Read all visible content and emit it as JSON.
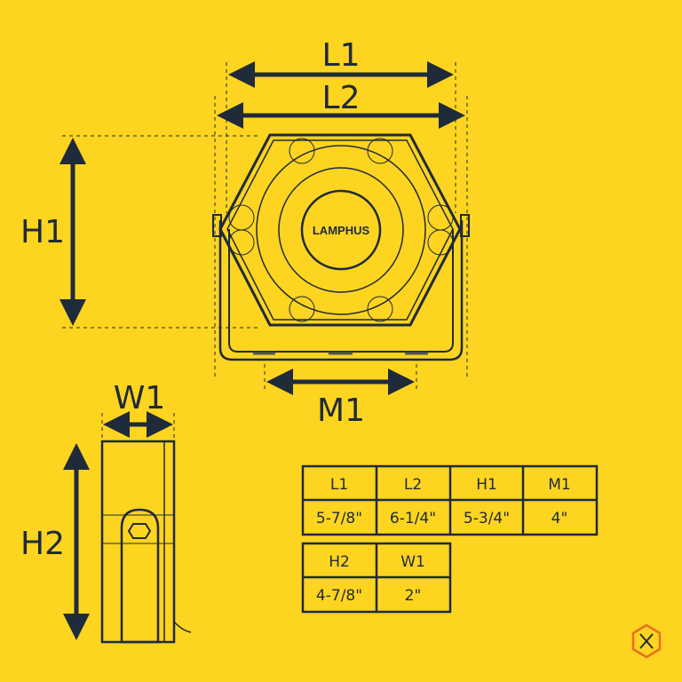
{
  "brand": "LAMPHUS",
  "dimension_labels": {
    "l1": "L1",
    "l2": "L2",
    "h1": "H1",
    "m1": "M1",
    "w1": "W1",
    "h2": "H2"
  },
  "table_top": {
    "headers": [
      "L1",
      "L2",
      "H1",
      "M1"
    ],
    "values": [
      "5-7/8\"",
      "6-1/4\"",
      "5-3/4\"",
      "4\""
    ]
  },
  "table_bottom": {
    "headers": [
      "H2",
      "W1"
    ],
    "values": [
      "4-7/8\"",
      "2\""
    ]
  },
  "colors": {
    "background": "#FDD420",
    "ink": "#1f2a3a",
    "badge": "#E8701E"
  }
}
